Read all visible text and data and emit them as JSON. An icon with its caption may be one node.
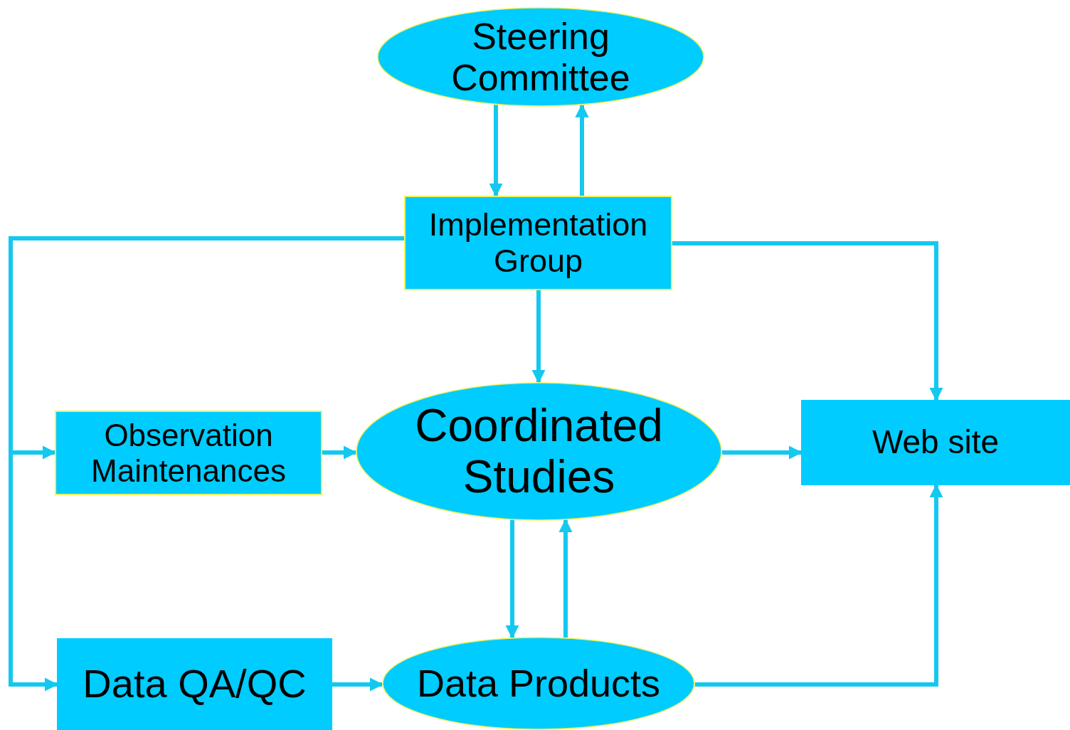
{
  "diagram": {
    "nodes": [
      {
        "text": [
          "Steering Committee"
        ]
      },
      {
        "text": [
          "Implementation Group"
        ]
      },
      {
        "text": [
          "Observation Maintenances"
        ]
      },
      {
        "text": [
          "Coordinated Studies"
        ]
      },
      {
        "text": [
          "Web site"
        ]
      },
      {
        "text": [
          "Data QA/QC"
        ]
      },
      {
        "text": [
          "Data Products"
        ]
      }
    ],
    "edges": [
      {
        "from": 0,
        "to": 1,
        "arrow": "to"
      },
      {
        "from": 1,
        "to": 0,
        "arrow": "to"
      },
      {
        "from": 1,
        "to": 2,
        "arrow": "to"
      },
      {
        "from": 1,
        "to": 5,
        "arrow": "to"
      },
      {
        "from": 1,
        "to": 4,
        "arrow": "to"
      },
      {
        "from": 1,
        "to": 3,
        "arrow": "to"
      },
      {
        "from": 2,
        "to": 3,
        "arrow": "to"
      },
      {
        "from": 3,
        "to": 4,
        "arrow": "to"
      },
      {
        "from": 3,
        "to": 6,
        "arrow": "to"
      },
      {
        "from": 6,
        "to": 3,
        "arrow": "to"
      },
      {
        "from": 5,
        "to": 6,
        "arrow": "to"
      },
      {
        "from": 6,
        "to": 4,
        "arrow": "to"
      }
    ]
  }
}
